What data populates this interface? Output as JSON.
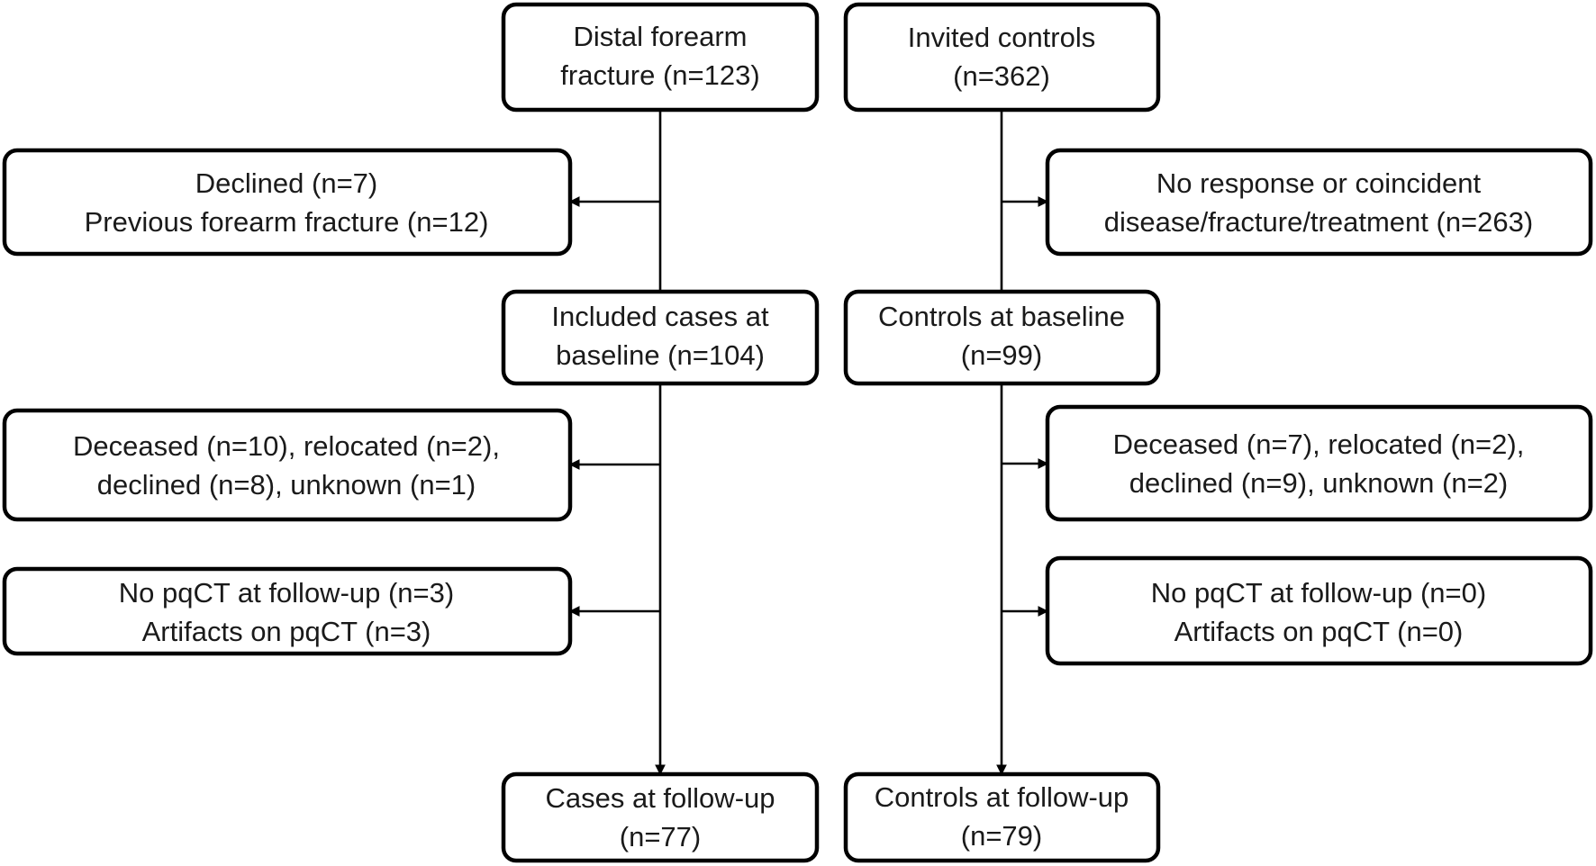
{
  "nodes": {
    "distal_fracture": [
      "Distal forearm",
      "fracture (n=123)"
    ],
    "invited_controls": [
      "Invited controls",
      "(n=362)"
    ],
    "cases_excl_baseline": [
      "Declined (n=7)",
      "Previous forearm fracture (n=12)"
    ],
    "controls_excl_baseline": [
      "No response or coincident",
      "disease/fracture/treatment (n=263)"
    ],
    "cases_baseline": [
      "Included cases at",
      "baseline (n=104)"
    ],
    "controls_baseline": [
      "Controls at baseline",
      "(n=99)"
    ],
    "cases_lost_followup": [
      "Deceased (n=10), relocated (n=2),",
      "declined (n=8), unknown (n=1)"
    ],
    "controls_lost_followup": [
      "Deceased (n=7), relocated (n=2),",
      "declined (n=9), unknown (n=2)"
    ],
    "cases_excl_pqct": [
      "No pqCT at follow-up (n=3)",
      "Artifacts on pqCT (n=3)"
    ],
    "controls_excl_pqct": [
      "No pqCT at follow-up (n=0)",
      "Artifacts on pqCT (n=0)"
    ],
    "cases_followup": [
      "Cases at follow-up",
      "(n=77)"
    ],
    "controls_followup": [
      "Controls at follow-up",
      "(n=79)"
    ]
  }
}
